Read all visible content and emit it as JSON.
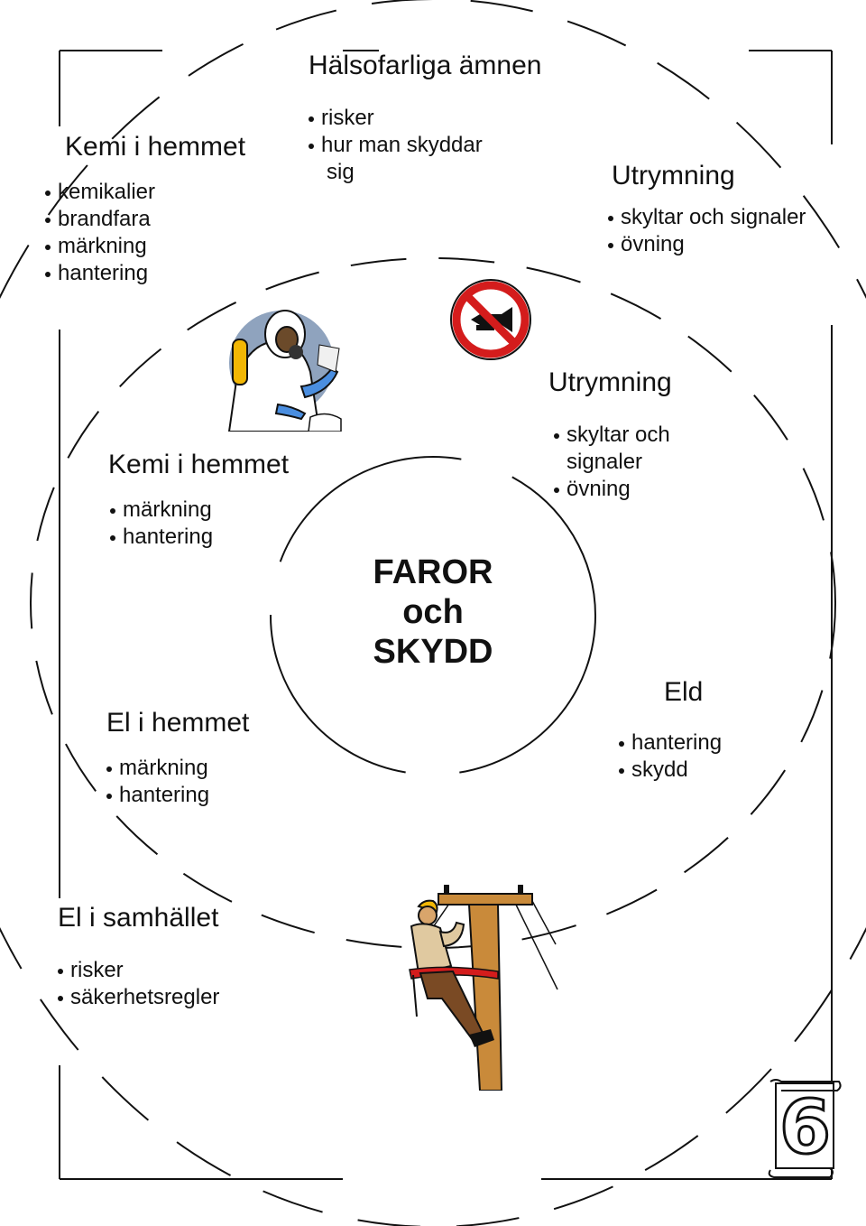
{
  "center": {
    "lines": [
      "FAROR",
      "och",
      "SKYDD"
    ]
  },
  "blocks": {
    "halsofarliga": {
      "title": "Hälsofarliga ämnen",
      "items": [
        "risker",
        "hur man skyddar",
        "sig"
      ]
    },
    "kemi_outer": {
      "title": "Kemi i hemmet",
      "items": [
        "kemikalier",
        "brandfara",
        "märkning",
        "hantering"
      ]
    },
    "utrymning_outer": {
      "title": "Utrymning",
      "items": [
        "skyltar och signaler",
        "övning"
      ]
    },
    "kemi_inner": {
      "title": "Kemi i hemmet",
      "items": [
        "märkning",
        "hantering"
      ]
    },
    "utrymning_inner": {
      "title": "Utrymning",
      "items": [
        "skyltar och",
        "signaler",
        "övning"
      ]
    },
    "el_hemmet": {
      "title": "El i hemmet",
      "items": [
        "märkning",
        "hantering"
      ]
    },
    "eld": {
      "title": "Eld",
      "items": [
        "hantering",
        "skydd"
      ]
    },
    "el_samhallet": {
      "title": "El i samhället",
      "items": [
        "risker",
        "säkerhetsregler"
      ]
    }
  },
  "page_number": "6",
  "icons": [
    "hazmat-worker-icon",
    "no-horn-sign-icon",
    "lineman-on-pole-icon",
    "scroll-icon"
  ],
  "colors": {
    "sign_red": "#d41c1c",
    "glove_blue": "#4a8ee0",
    "pole_brown": "#c98a3a",
    "helmet_yellow": "#f2b705"
  }
}
